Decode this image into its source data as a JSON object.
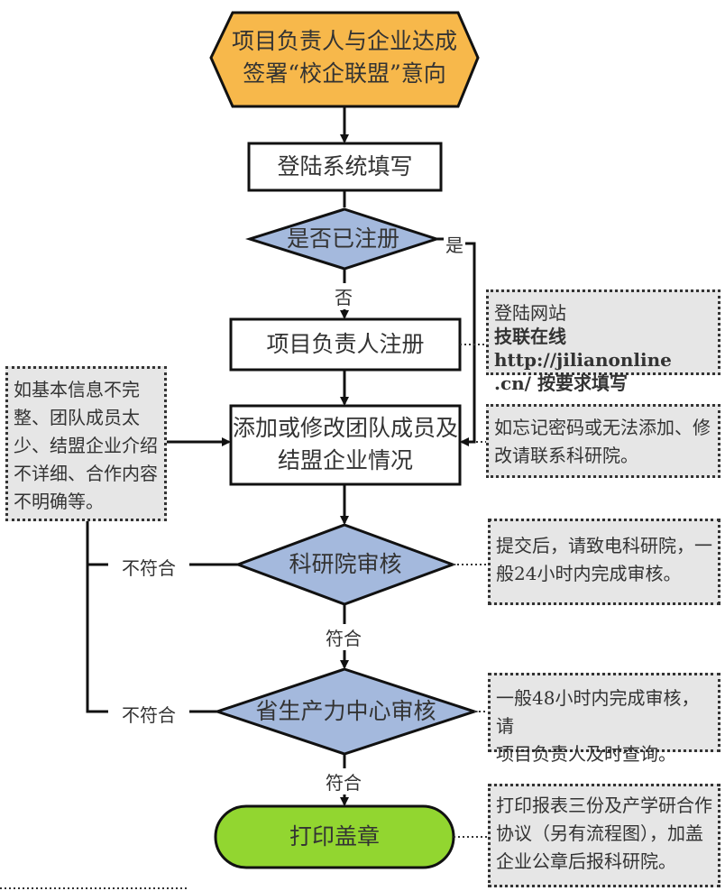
{
  "colors": {
    "start_fill": "#f7b84b",
    "decision_fill": "#a4b9dd",
    "end_fill": "#92d630",
    "note_fill": "#e6e6e6",
    "line": "#111111"
  },
  "nodes": {
    "start": {
      "line1": "项目负责人与企业达成",
      "line2": "签署“校企联盟”意向"
    },
    "login": {
      "label": "登陆系统填写"
    },
    "registered_check": {
      "label": "是否已注册"
    },
    "register": {
      "label": "项目负责人注册"
    },
    "add_members": {
      "line1": "添加或修改团队成员及",
      "line2": "结盟企业情况"
    },
    "institute_review": {
      "label": "科研院审核"
    },
    "province_review": {
      "label": "省生产力中心审核"
    },
    "print_seal": {
      "label": "打印盖章"
    }
  },
  "edges": {
    "yes": "是",
    "no": "否",
    "pass_1": "符合",
    "pass_2": "符合",
    "fail_1": "不符合",
    "fail_2": "不符合"
  },
  "notes": {
    "website": {
      "line1": "登陆网站",
      "line2": "技联在线http://jilianonline",
      "line3": ".cn/ 按要求填写"
    },
    "forgot_password": {
      "line1": "如忘记密码或无法添加、修",
      "line2": "改请联系科研院。"
    },
    "incomplete_info": {
      "lines": [
        "如基本信息不完",
        "整、团队成员太",
        "少、结盟企业介绍",
        "不详细、合作内容",
        "不明确等。"
      ]
    },
    "institute_note": {
      "line1": "提交后，请致电科研院，一",
      "line2": "般24小时内完成审核。"
    },
    "province_note": {
      "line1": "一般48小时内完成审核，请",
      "line2": "项目负责人及时查询。"
    },
    "print_note": {
      "line1": "打印报表三份及产学研合作",
      "line2": "协议（另有流程图），加盖",
      "line3": "企业公章后报科研院。"
    }
  }
}
